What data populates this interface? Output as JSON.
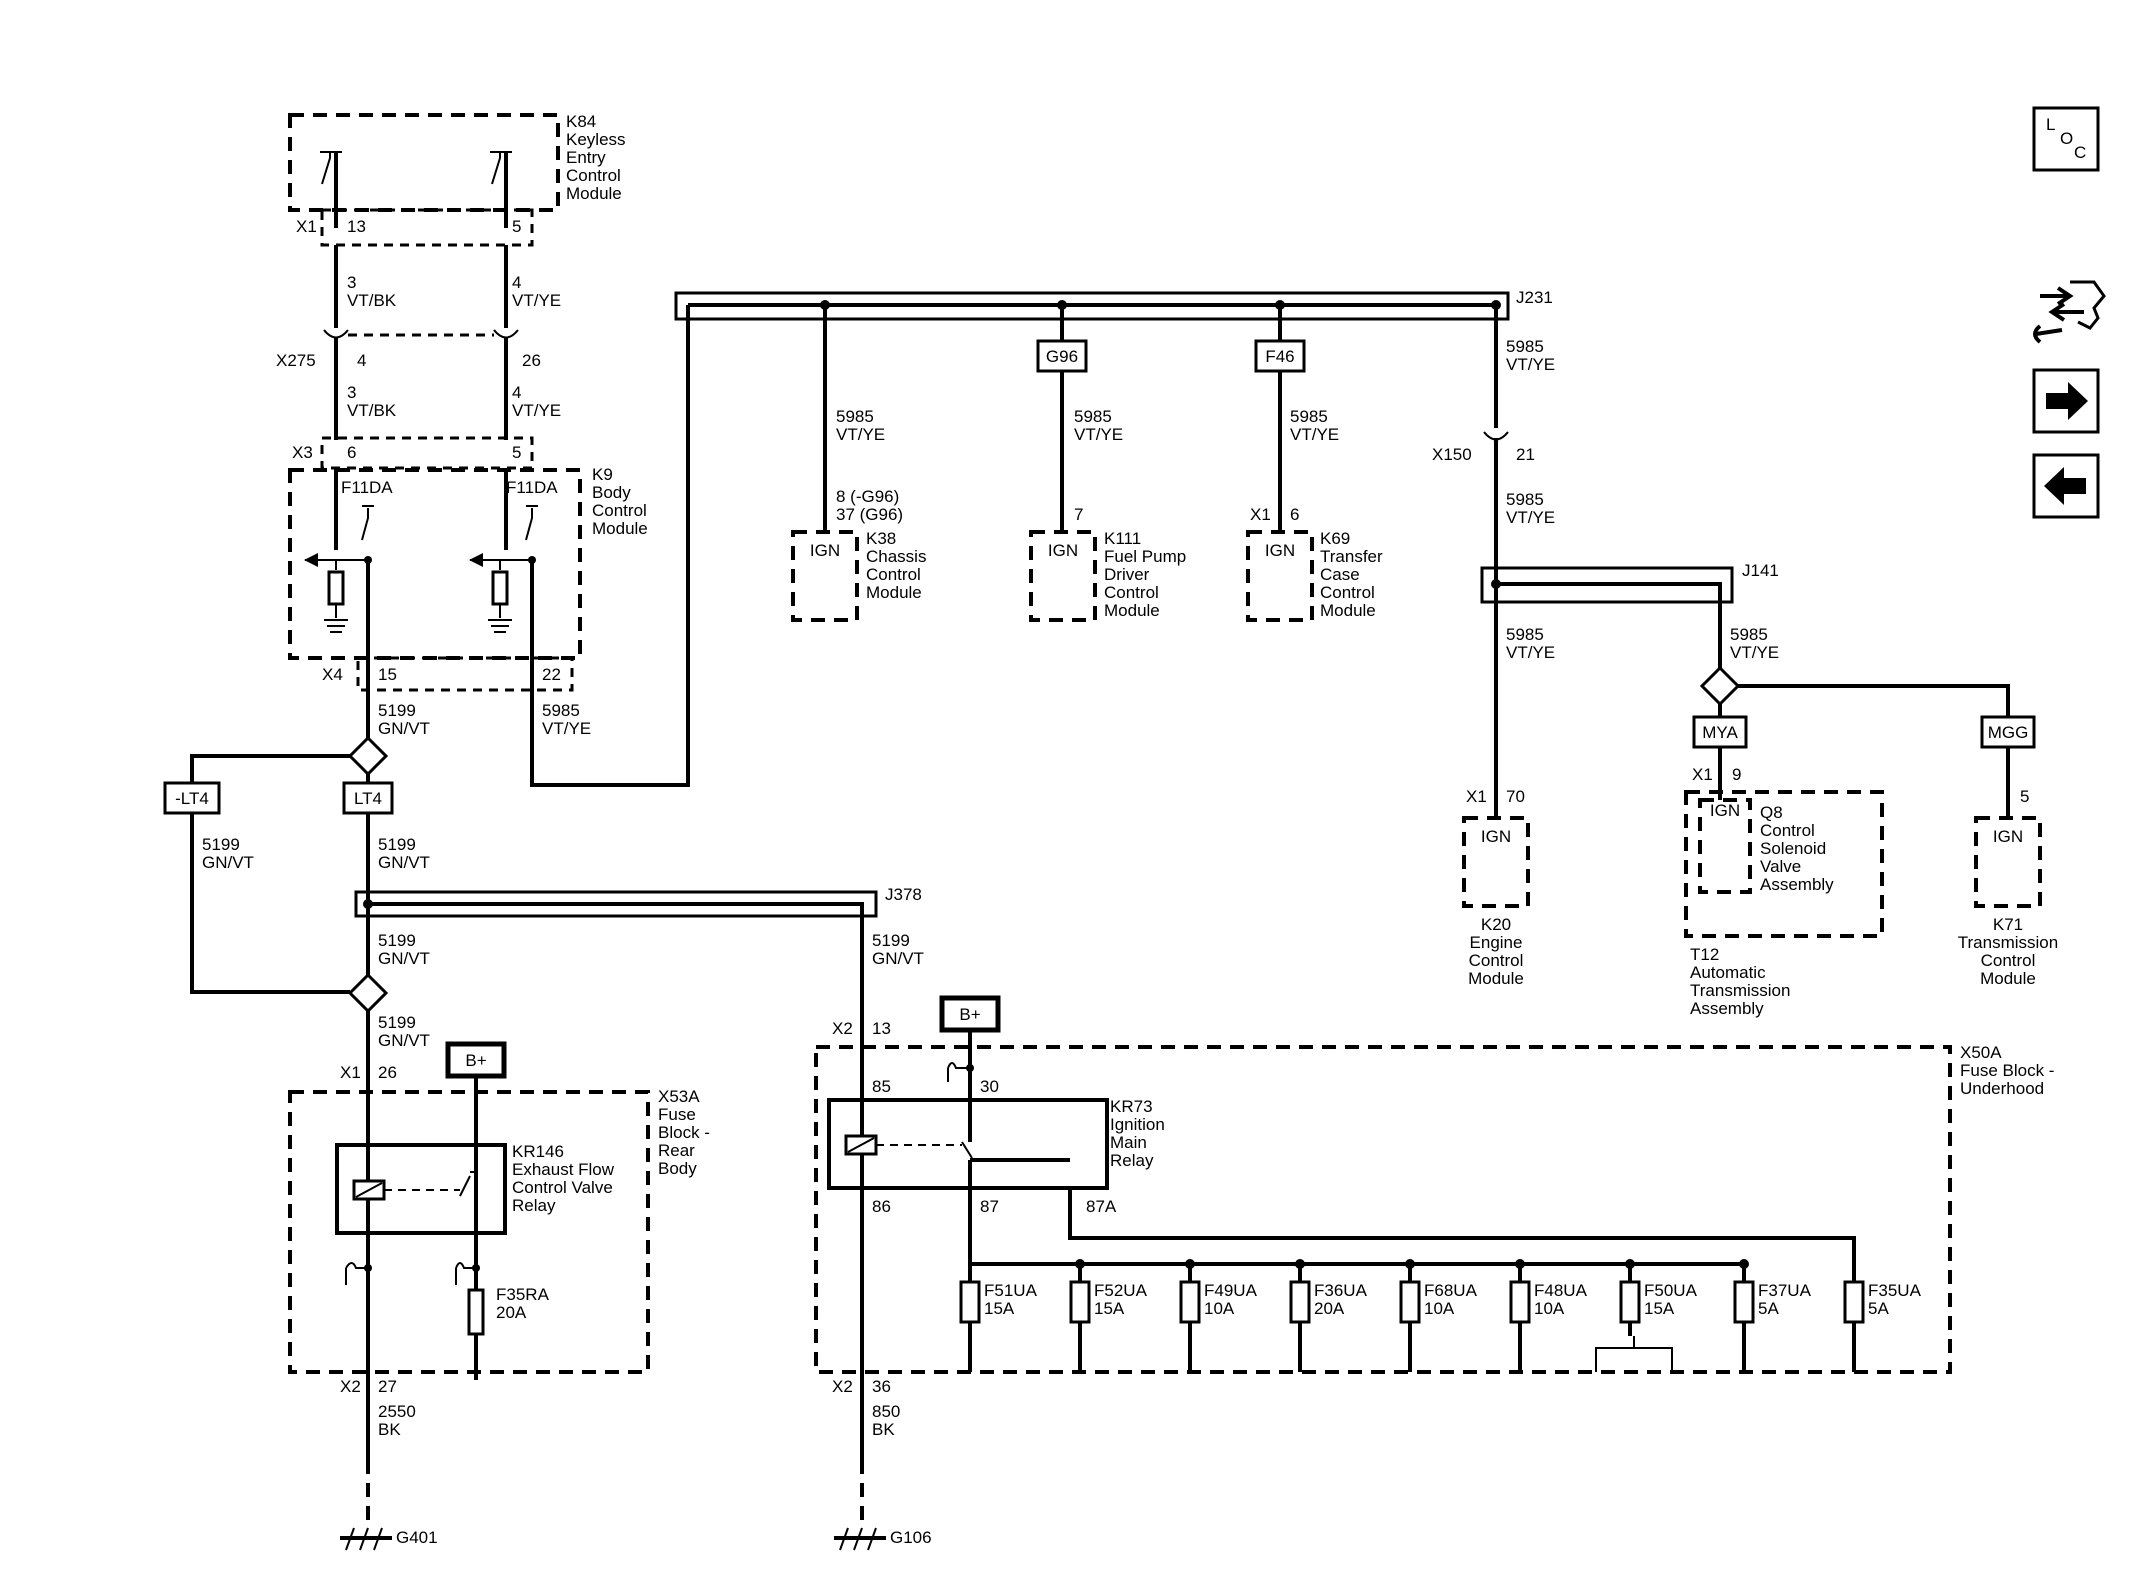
{
  "modules": {
    "k84": {
      "ref": "K84",
      "l1": "Keyless",
      "l2": "Entry",
      "l3": "Control",
      "l4": "Module"
    },
    "k9": {
      "ref": "K9",
      "l1": "Body",
      "l2": "Control",
      "l3": "Module"
    },
    "k38": {
      "ref": "K38",
      "l1": "Chassis",
      "l2": "Control",
      "l3": "Module"
    },
    "k111": {
      "ref": "K111",
      "l1": "Fuel Pump",
      "l2": "Driver",
      "l3": "Control",
      "l4": "Module"
    },
    "k69": {
      "ref": "K69",
      "l1": "Transfer",
      "l2": "Case",
      "l3": "Control",
      "l4": "Module"
    },
    "k20": {
      "ref": "K20",
      "l1": "Engine",
      "l2": "Control",
      "l3": "Module"
    },
    "q8": {
      "ref": "Q8",
      "l1": "Control",
      "l2": "Solenoid",
      "l3": "Valve",
      "l4": "Assembly"
    },
    "t12": {
      "ref": "T12",
      "l1": "Automatic",
      "l2": "Transmission",
      "l3": "Assembly"
    },
    "k71": {
      "ref": "K71",
      "l1": "Transmission",
      "l2": "Control",
      "l3": "Module"
    },
    "x53a": {
      "ref": "X53A",
      "l1": "Fuse",
      "l2": "Block -",
      "l3": "Rear",
      "l4": "Body"
    },
    "x50a": {
      "ref": "X50A",
      "l1": "Fuse Block -",
      "l2": "Underhood"
    },
    "kr146": {
      "ref": "KR146",
      "l1": "Exhaust Flow",
      "l2": "Control Valve",
      "l3": "Relay"
    },
    "kr73": {
      "ref": "KR73",
      "l1": "Ignition",
      "l2": "Main",
      "l3": "Relay"
    }
  },
  "connectors": {
    "x1": "X1",
    "x275": "X275",
    "x3": "X3",
    "x4": "X4",
    "x150": "X150",
    "x2": "X2",
    "j231": "J231",
    "j141": "J141",
    "j378": "J378"
  },
  "pins": {
    "p13": "13",
    "p5": "5",
    "p4": "4",
    "p26": "26",
    "p6": "6",
    "p15": "15",
    "p22": "22",
    "p21": "21",
    "p7": "7",
    "p70": "70",
    "p9": "9",
    "p27": "27",
    "p36": "36",
    "p85": "85",
    "p30": "30",
    "p86": "86",
    "p87": "87",
    "p87a": "87A",
    "p8g96": "8 (-G96)",
    "p37g96": "37 (G96)"
  },
  "wires": {
    "c3": "3",
    "c4": "4",
    "c5985": "5985",
    "c5199": "5199",
    "c2550": "2550",
    "c850": "850",
    "vtbk": "VT/BK",
    "vtye": "VT/YE",
    "gnvt": "GN/VT",
    "bk": "BK"
  },
  "options": {
    "g96": "G96",
    "f46": "F46",
    "lt4": "LT4",
    "nlt4": "-LT4",
    "mya": "MYA",
    "mgg": "MGG"
  },
  "labels": {
    "ign": "IGN",
    "bplus": "B+",
    "f11da": "F11DA"
  },
  "fuses": {
    "f35ra": {
      "name": "F35RA",
      "amp": "20A"
    },
    "list": [
      {
        "name": "F51UA",
        "amp": "15A"
      },
      {
        "name": "F52UA",
        "amp": "15A"
      },
      {
        "name": "F49UA",
        "amp": "10A"
      },
      {
        "name": "F36UA",
        "amp": "20A"
      },
      {
        "name": "F68UA",
        "amp": "10A"
      },
      {
        "name": "F48UA",
        "amp": "10A"
      },
      {
        "name": "F50UA",
        "amp": "15A"
      },
      {
        "name": "F37UA",
        "amp": "5A"
      },
      {
        "name": "F35UA",
        "amp": "5A"
      }
    ]
  },
  "grounds": {
    "g401": "G401",
    "g106": "G106"
  },
  "nav": {
    "loc_l": "L",
    "loc_o": "O",
    "loc_c": "C"
  }
}
